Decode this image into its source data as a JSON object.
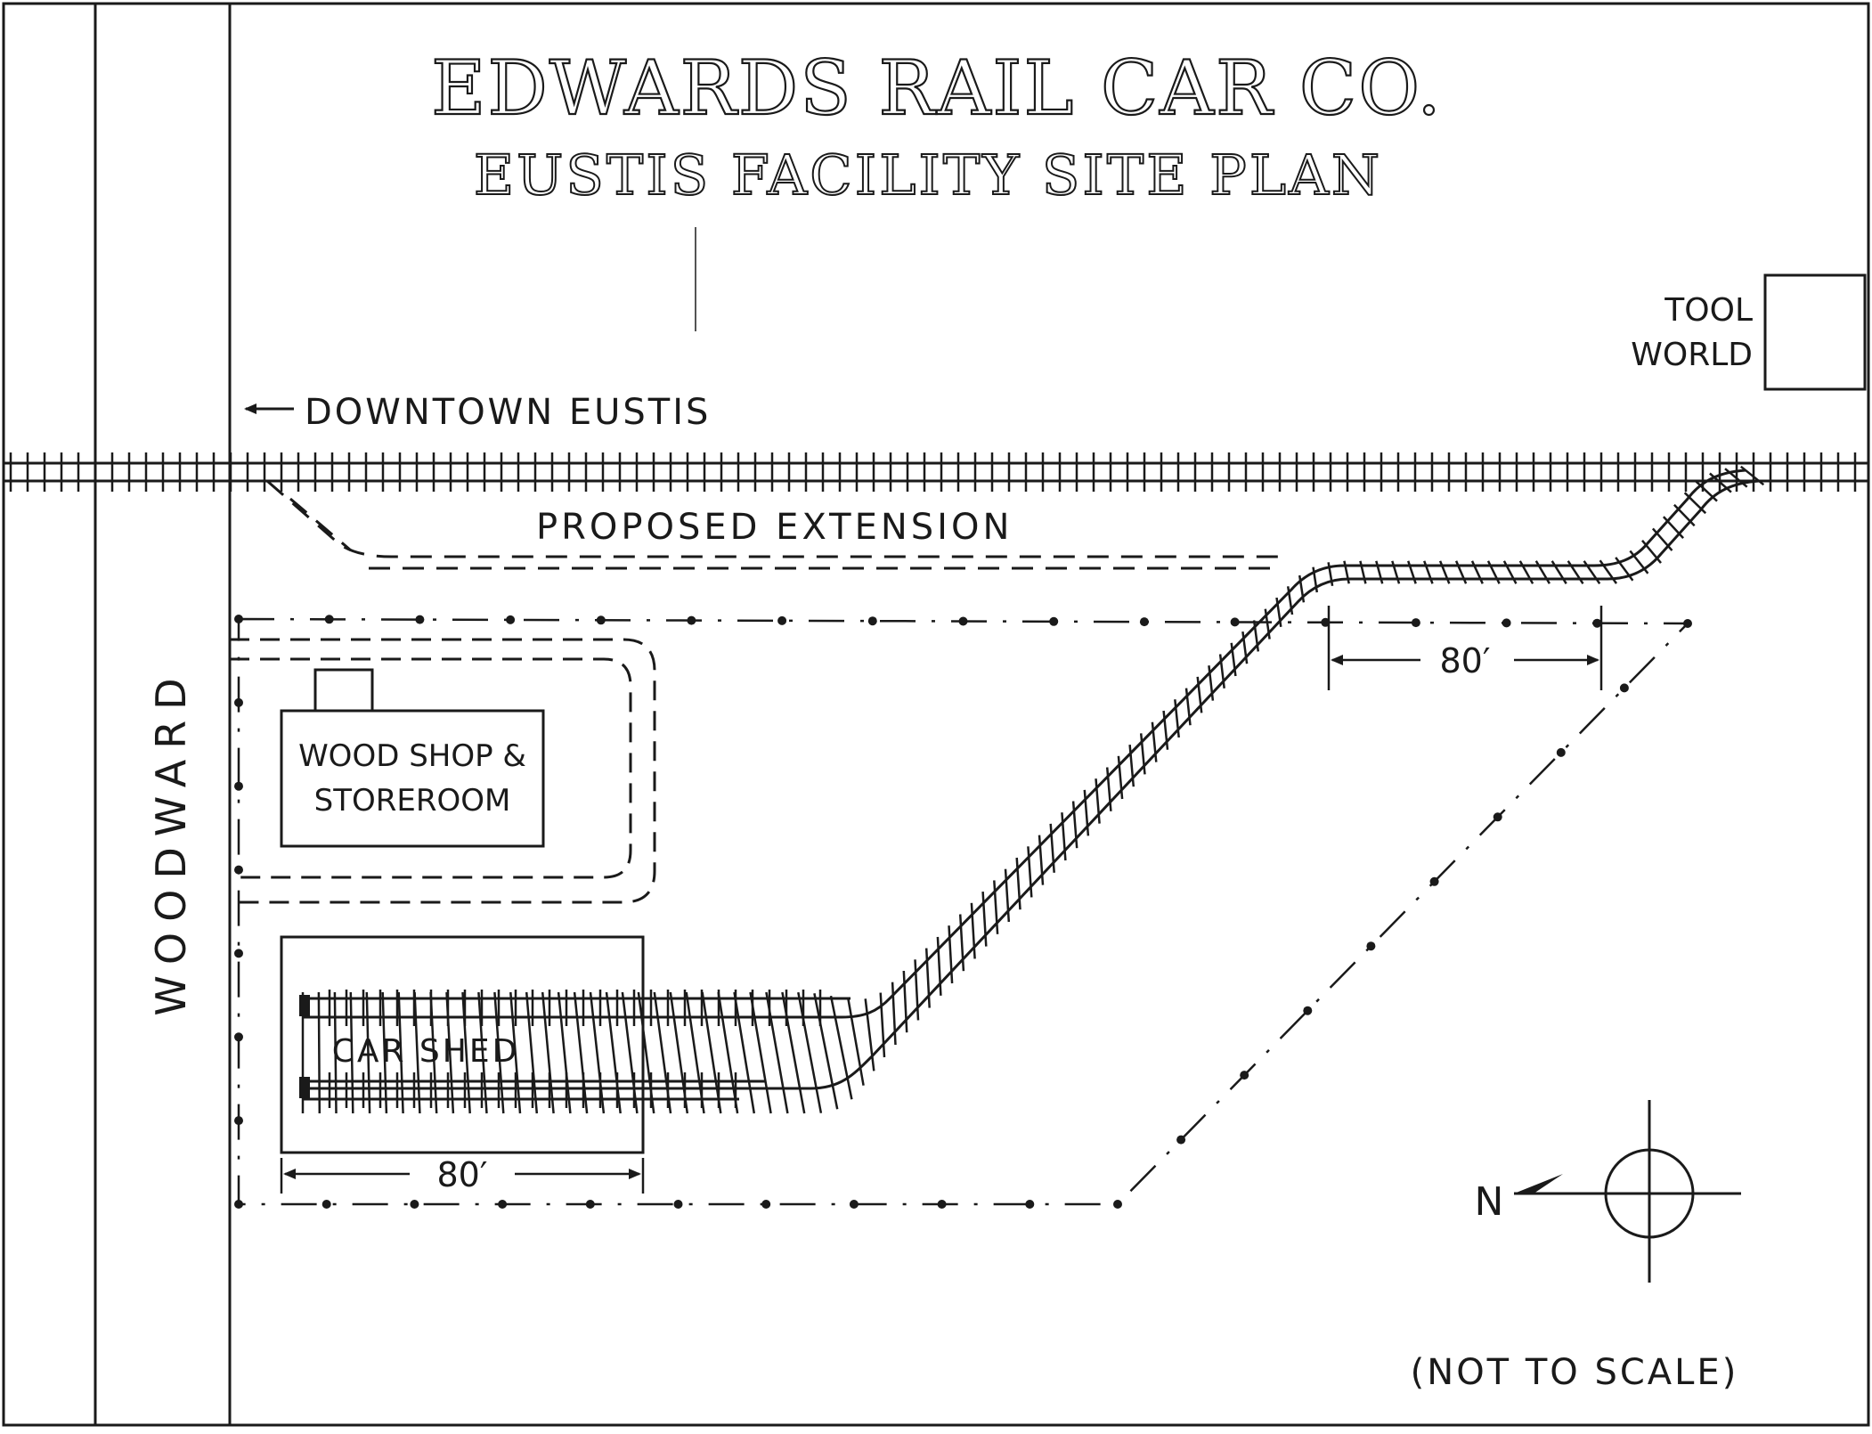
{
  "title": {
    "line1": "EDWARDS RAIL CAR CO.",
    "line2": "EUSTIS FACILITY SITE PLAN"
  },
  "labels": {
    "street": "WOODWARD",
    "downtown": "DOWNTOWN EUSTIS",
    "extension": "PROPOSED EXTENSION",
    "tool_world": [
      "TOOL",
      "WORLD"
    ],
    "wood_shop": [
      "WOOD SHOP &",
      "STOREROOM"
    ],
    "car_shed": "CAR SHED",
    "dim_shed": "80′",
    "dim_yard": "80′",
    "north": "N",
    "scale_note": "(NOT TO SCALE)"
  },
  "icons": {
    "north_arrow": "north-arrow-icon",
    "compass": "compass-crosshair-icon",
    "left_arrow": "arrow-left-icon"
  },
  "colors": {
    "ink": "#1a1a1a",
    "paper": "#ffffff"
  }
}
